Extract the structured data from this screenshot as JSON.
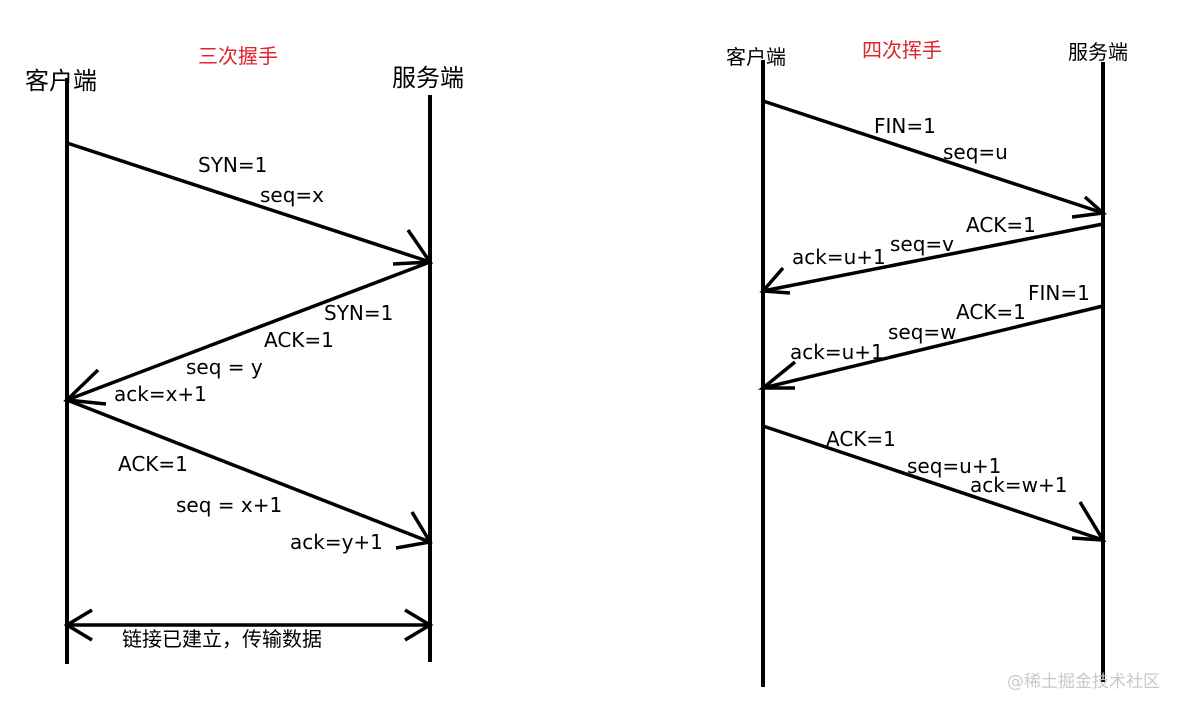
{
  "handshake": {
    "title": "三次握手",
    "client_label": "客户端",
    "server_label": "服务端",
    "msg1": {
      "syn": "SYN=1",
      "seq": "seq=x"
    },
    "msg2": {
      "syn": "SYN=1",
      "ack_flag": "ACK=1",
      "seq": "seq = y",
      "ack": "ack=x+1"
    },
    "msg3": {
      "ack_flag": "ACK=1",
      "seq": "seq = x+1",
      "ack": "ack=y+1"
    },
    "established": "链接已建立，传输数据"
  },
  "wave": {
    "title": "四次挥手",
    "client_label": "客户端",
    "server_label": "服务端",
    "msg1": {
      "fin": "FIN=1",
      "seq": "seq=u"
    },
    "msg2": {
      "ack_flag": "ACK=1",
      "seq": "seq=v",
      "ack": "ack=u+1"
    },
    "msg3": {
      "fin": "FIN=1",
      "ack_flag": "ACK=1",
      "seq": "seq=w",
      "ack": "ack=u+1"
    },
    "msg4": {
      "ack_flag": "ACK=1",
      "seq": "seq=u+1",
      "ack": "ack=w+1"
    }
  },
  "watermark": "@稀土掘金技术社区",
  "colors": {
    "title": "#e0242d",
    "line": "#000000",
    "watermark": "#c9c9c9"
  }
}
